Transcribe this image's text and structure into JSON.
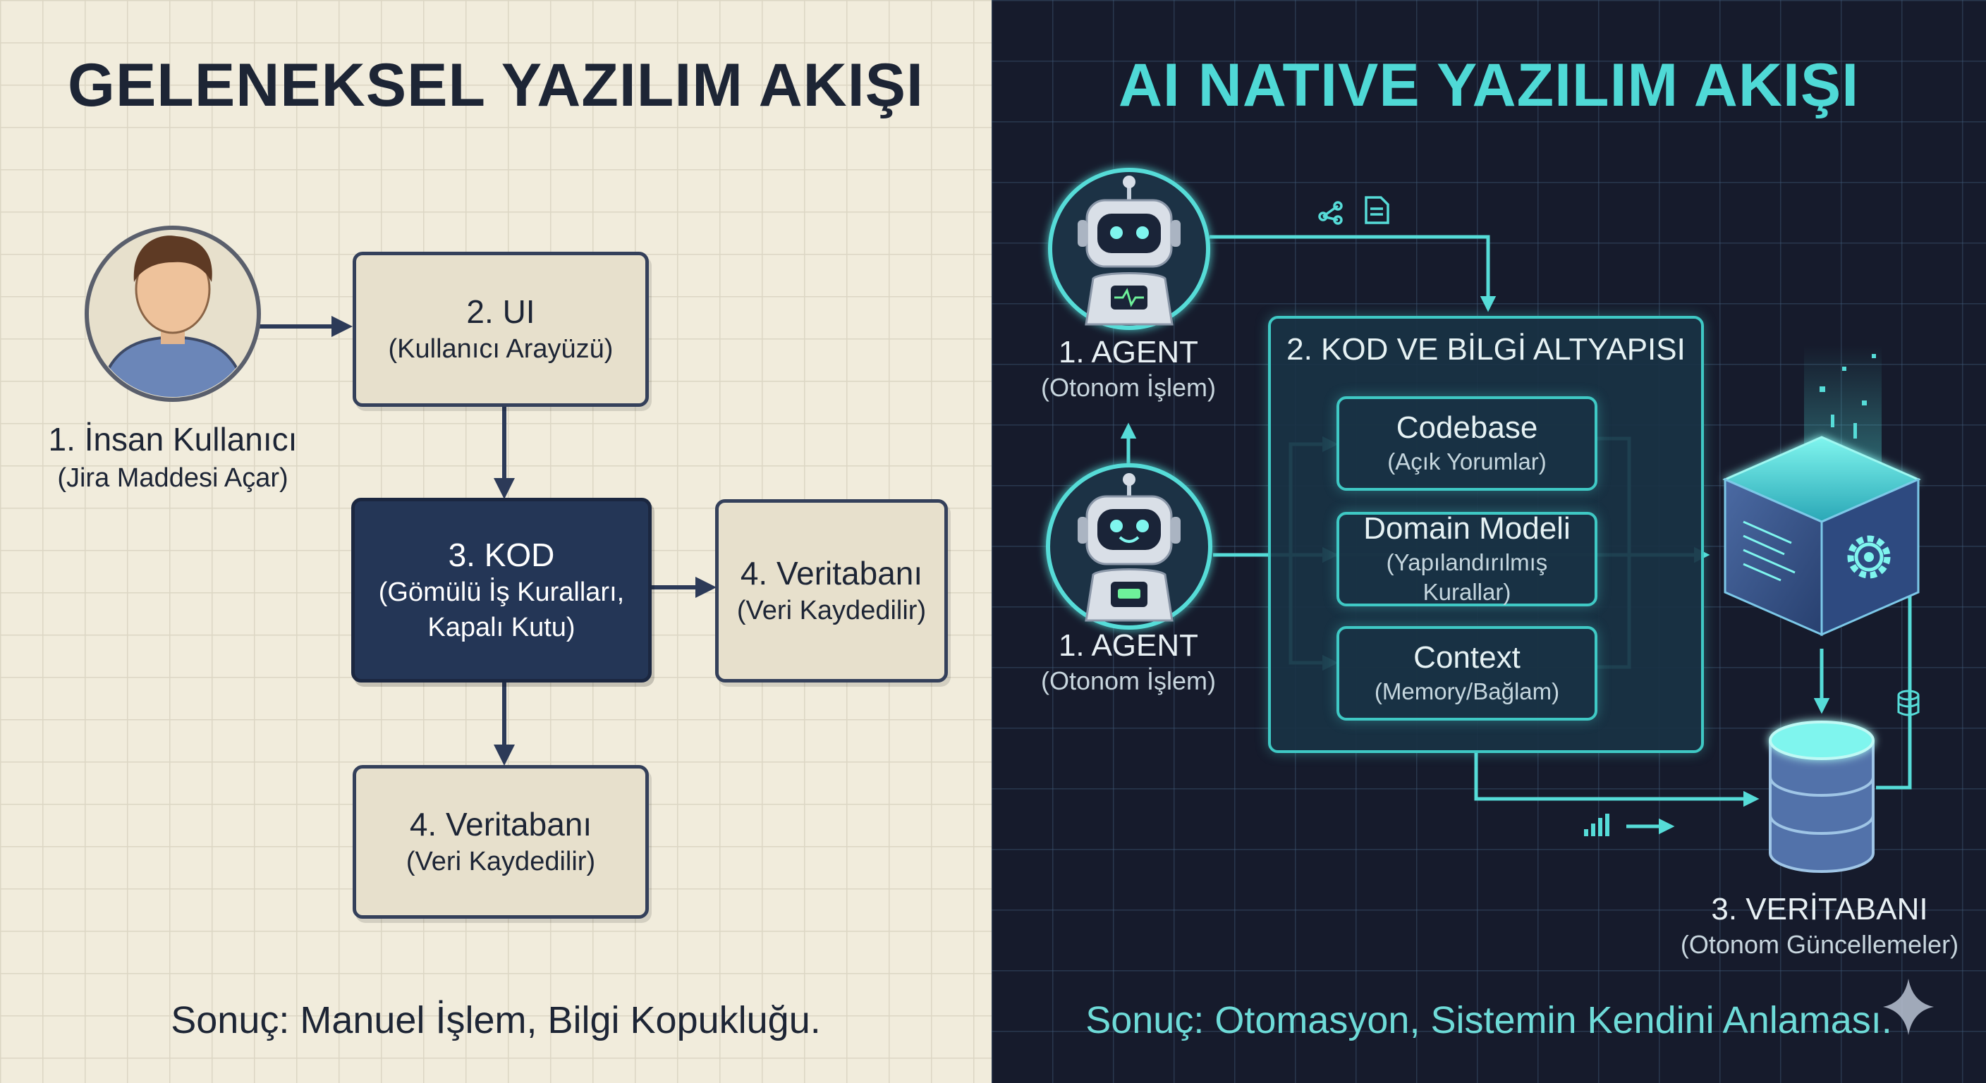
{
  "left": {
    "title": "GELENEKSEL YAZILIM AKIŞI",
    "user": {
      "label": "1. İnsan Kullanıcı",
      "sub": "(Jira Maddesi Açar)"
    },
    "ui": {
      "label": "2. UI",
      "sub": "(Kullanıcı Arayüzü)"
    },
    "code": {
      "label": "3. KOD",
      "sub1": "(Gömülü İş Kuralları,",
      "sub2": "Kapalı Kutu)"
    },
    "db_side": {
      "label": "4. Veritabanı",
      "sub": "(Veri Kaydedilir)"
    },
    "db_bottom": {
      "label": "4. Veritabanı",
      "sub": "(Veri Kaydedilir)"
    },
    "result": "Sonuç: Manuel İşlem, Bilgi Kopukluğu."
  },
  "right": {
    "title": "AI NATIVE YAZILIM AKIŞI",
    "agent_top": {
      "label": "1. AGENT",
      "sub": "(Otonom İşlem)"
    },
    "agent_bottom": {
      "label": "1. AGENT",
      "sub": "(Otonom İşlem)"
    },
    "infra": {
      "title": "2. KOD VE BİLGİ ALTYAPISI",
      "items": [
        {
          "label": "Codebase",
          "sub": "(Açık Yorumlar)"
        },
        {
          "label": "Domain Modeli",
          "sub": "(Yapılandırılmış Kurallar)"
        },
        {
          "label": "Context",
          "sub": "(Memory/Bağlam)"
        }
      ]
    },
    "db": {
      "label": "3. VERİTABANI",
      "sub": "(Otonom Güncellemeler)"
    },
    "result": "Sonuç: Otomasyon, Sistemin Kendini Anlaması."
  },
  "colors": {
    "cream": "#f1ecdc",
    "navy": "#243656",
    "dark_bg": "#161b2c",
    "teal": "#4fd9d6"
  },
  "icons": [
    "person-avatar-icon",
    "robot-icon",
    "share-icon",
    "document-icon",
    "chart-icon",
    "database-icon",
    "server-cube-icon",
    "gear-icon",
    "sparkle-icon"
  ]
}
